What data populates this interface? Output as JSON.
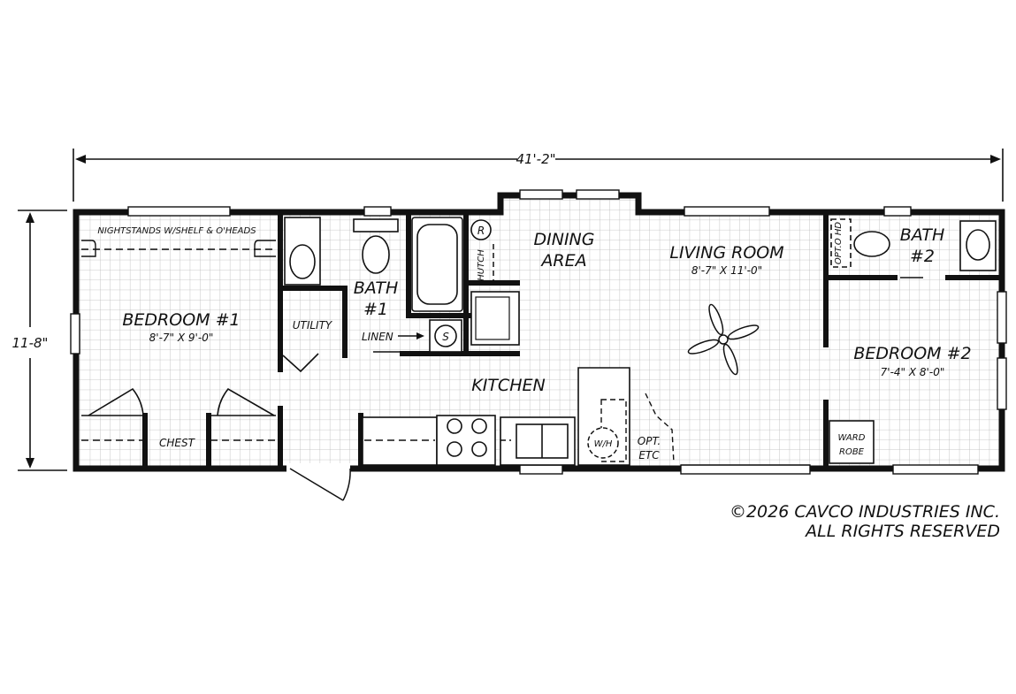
{
  "dimensions": {
    "overall_length": "41'-2\"",
    "overall_width": "11-8\""
  },
  "rooms": {
    "bedroom1": {
      "name": "BEDROOM #1",
      "size": "8'-7\" X 9'-0\""
    },
    "nightstands": "NIGHTSTANDS W/SHELF & O'HEADS",
    "chest": "CHEST",
    "utility": "UTILITY",
    "bath1_line1": "BATH",
    "bath1_line2": "#1",
    "linen": "LINEN",
    "hutch": "HUTCH",
    "dining_line1": "DINING",
    "dining_line2": "AREA",
    "kitchen": "KITCHEN",
    "living": {
      "name": "LIVING ROOM",
      "size": "8'-7\" X 11'-0\""
    },
    "wh": "W/H",
    "opt_etc_line1": "OPT.",
    "opt_etc_line2": "ETC",
    "opt_hd": "OPT.O HD",
    "bath2_line1": "BATH",
    "bath2_line2": "#2",
    "bedroom2": {
      "name": "BEDROOM #2",
      "size": "7'-4\" X 8'-0\""
    },
    "wardrobe_line1": "WARD",
    "wardrobe_line2": "ROBE"
  },
  "fixtures": {
    "washer_symbol": "S",
    "dryer_symbol": "R"
  },
  "copyright": {
    "line1": "©2026 CAVCO INDUSTRIES INC.",
    "line2": "ALL RIGHTS RESERVED"
  }
}
